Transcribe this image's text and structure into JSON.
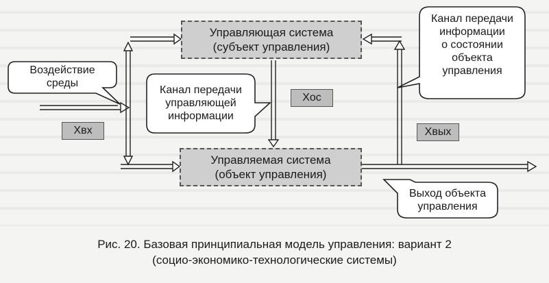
{
  "boxes": {
    "control_system": "Управляющая система\n(субъект управления)",
    "controlled_system": "Управляемая система\n(объект управления)"
  },
  "labels": {
    "xin": "Xвх",
    "xfb": "Xос",
    "xout": "Xвых"
  },
  "callouts": {
    "environment": "Воздействие\nсреды",
    "control_channel": "Канал передачи\nуправляющей\nинформации",
    "state_channel": "Канал передачи\nинформации\nо состоянии\nобъекта\nуправления",
    "output": "Выход объекта\nуправления"
  },
  "caption": {
    "line1": "Рис. 20. Базовая принципиальная модель управления: вариант 2",
    "line2": "(социо-экономико-технологические системы)"
  }
}
